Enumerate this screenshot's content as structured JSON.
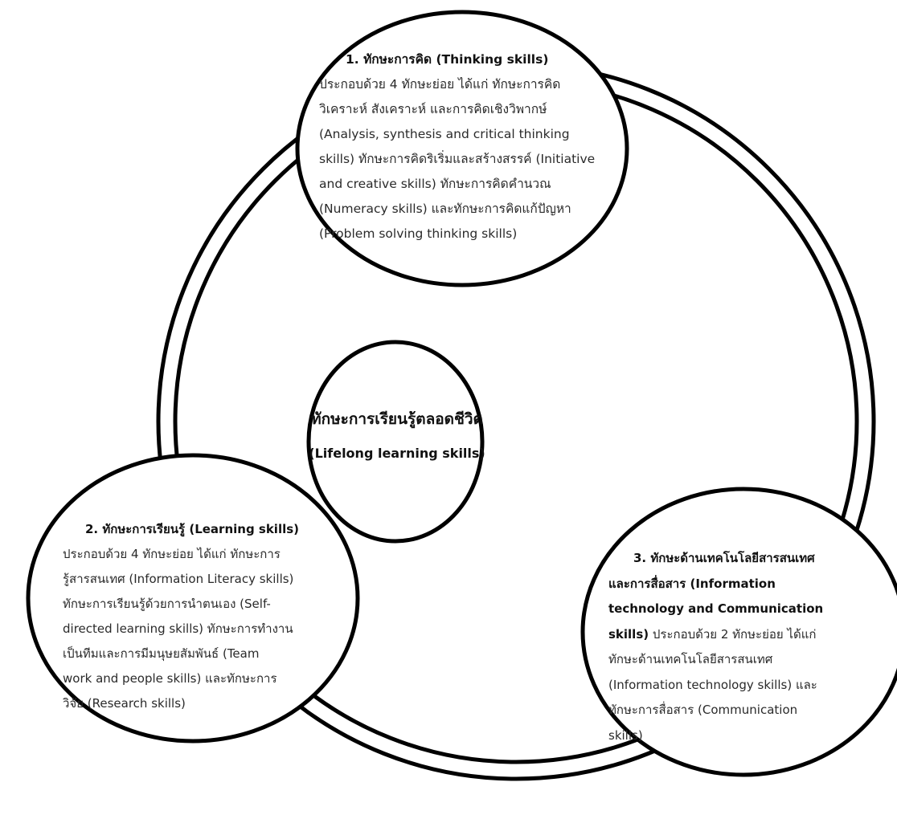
{
  "center": {
    "title": "ทักษะการเรียนรู้ตลอดชีวิต",
    "subtitle": "(Lifelong learning skills)"
  },
  "node1": {
    "title": "1. ทักษะการคิด (Thinking skills)",
    "lines": [
      "ประกอบด้วย 4 ทักษะย่อย ได้แก่ ทักษะการคิด",
      "วิเคราะห์ สังเคราะห์ และการคิดเชิงวิพากษ์",
      "(Analysis, synthesis and critical thinking",
      "skills) ทักษะการคิดริเริ่มและสร้างสรรค์ (Initiative",
      "and creative skills) ทักษะการคิดคำนวณ",
      "(Numeracy skills) และทักษะการคิดแก้ปัญหา",
      "(Problem solving thinking skills)"
    ]
  },
  "node2": {
    "title": "2. ทักษะการเรียนรู้ (Learning skills)",
    "lines": [
      "ประกอบด้วย 4 ทักษะย่อย ได้แก่ ทักษะการ",
      "รู้สารสนเทศ (Information Literacy skills)",
      "ทักษะการเรียนรู้ด้วยการนำตนเอง (Self-",
      "directed learning skills) ทักษะการทำงาน",
      "เป็นทีมและการมีมนุษยสัมพันธ์ (Team",
      "work and people skills) และทักษะการ",
      "วิจัย (Research skills)"
    ]
  },
  "node3": {
    "title_lines": [
      "3. ทักษะด้านเทคโนโลยีสารสนเทศ",
      "และการสื่อสาร (Information",
      "technology and Communication"
    ],
    "title_tail": "skills)",
    "first_line_rest": " ประกอบด้วย 2 ทักษะย่อย ได้แก่",
    "lines": [
      "ทักษะด้านเทคโนโลยีสารสนเทศ",
      "(Information technology skills) และ",
      "ทักษะการสื่อสาร (Communication",
      "skills)"
    ]
  }
}
